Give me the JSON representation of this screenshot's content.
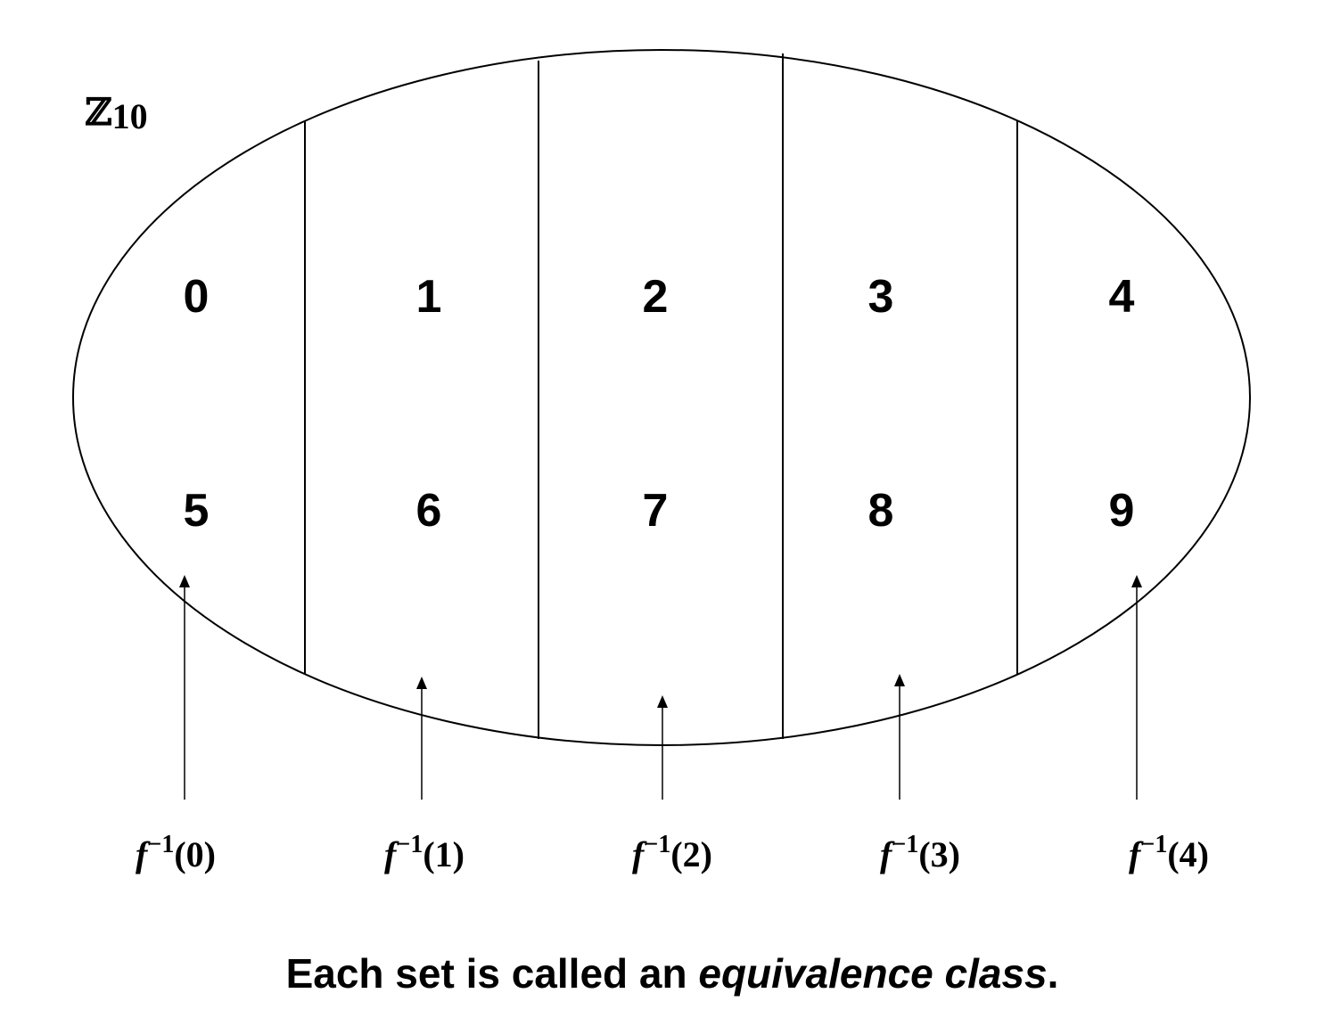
{
  "set": {
    "symbol": "ℤ",
    "subscript": "10"
  },
  "classes": [
    {
      "top": "0",
      "bottom": "5",
      "label": {
        "fn": "f",
        "sup": "−1",
        "arg": "(0)"
      }
    },
    {
      "top": "1",
      "bottom": "6",
      "label": {
        "fn": "f",
        "sup": "−1",
        "arg": "(1)"
      }
    },
    {
      "top": "2",
      "bottom": "7",
      "label": {
        "fn": "f",
        "sup": "−1",
        "arg": "(2)"
      }
    },
    {
      "top": "3",
      "bottom": "8",
      "label": {
        "fn": "f",
        "sup": "−1",
        "arg": "(3)"
      }
    },
    {
      "top": "4",
      "bottom": "9",
      "label": {
        "fn": "f",
        "sup": "−1",
        "arg": "(4)"
      }
    }
  ],
  "caption": {
    "prefix": "Each set is called an ",
    "emphasis": "equivalence class",
    "suffix": "."
  },
  "colors": {
    "stroke": "#000000",
    "background": "#ffffff"
  }
}
